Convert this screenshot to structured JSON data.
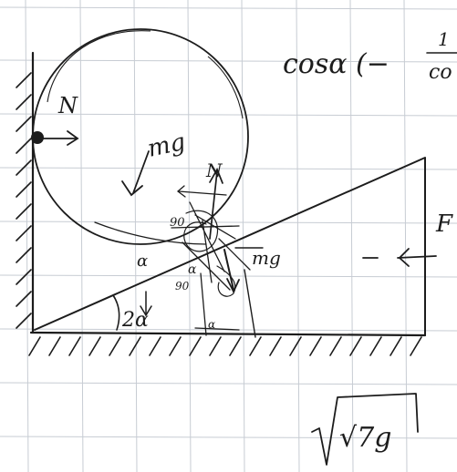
{
  "colors": {
    "paper": "#ffffff",
    "grid": "#c7ccd3",
    "ink": "#1c1c1c"
  },
  "labels": {
    "normal_wall": "N",
    "gravity": "mg",
    "normal_incline": "N",
    "angle_small": "α",
    "angle_base": "2α",
    "gravity_small": "mg",
    "force_right": "F",
    "formula_top": "cosα (−",
    "formula_bottom": "√7g"
  }
}
